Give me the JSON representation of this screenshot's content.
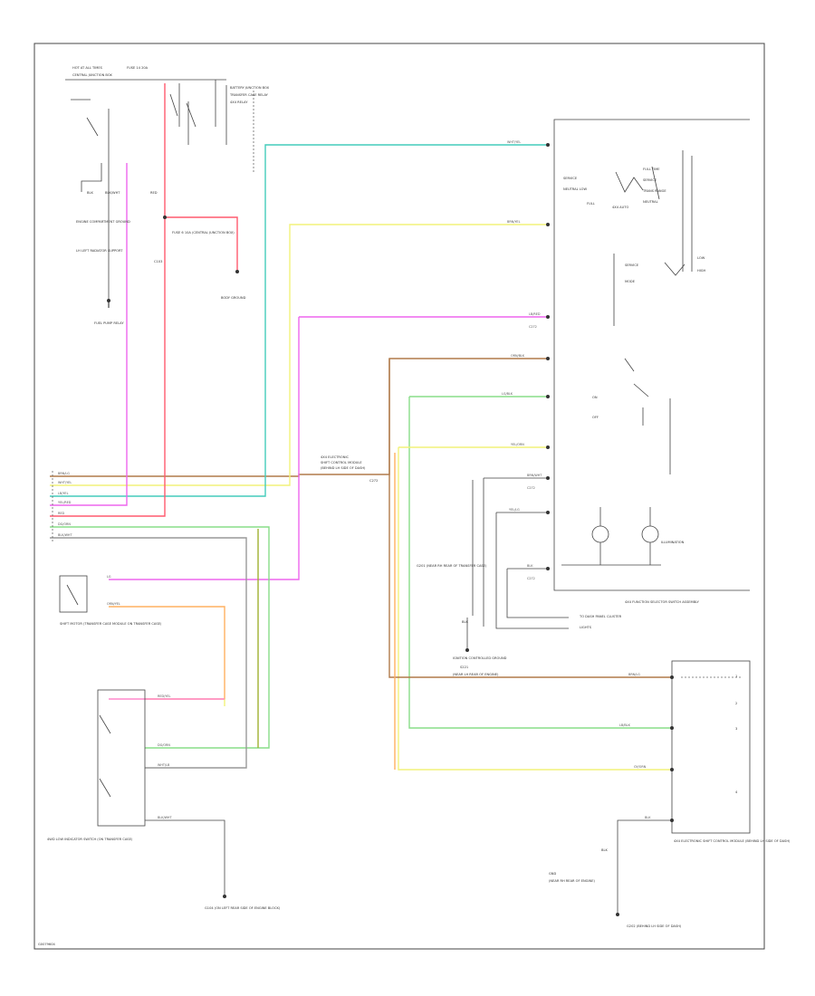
{
  "diagram_id": "G0079604",
  "colors": {
    "red": "#ff5a6e",
    "pink": "#ff88cc",
    "magenta": "#ee66ee",
    "yellow": "#f2f27a",
    "cyan": "#44ccbb",
    "orange": "#ffb060",
    "brown": "#b07a4a",
    "green": "#88dd88",
    "olive": "#a0b030",
    "gray": "#999999",
    "dark": "#555555"
  },
  "left_top": {
    "hot_label": "HOT AT ALL TIMES",
    "fuse_label": "FUSE 14 20A",
    "fuse_box": "CENTRAL JUNCTION BOX",
    "relay_label": "BATTERY JUNCTION BOX",
    "sw1": "TRANSFER CASE RELAY",
    "sw2": "4X4 RELAY",
    "g1": "ENGINE COMPARTMENT GROUND",
    "g2": "LH LEFT RADIATOR SUPPORT",
    "g3": "FUEL PUMP RELAY",
    "fuse2": "FUSE 6 10A (CENTRAL JUNCTION BOX)",
    "ground_mid": "BODY GROUND",
    "blk_a": "BLK",
    "blk_b": "BLK/WHT",
    "red_label": "RED",
    "c_label": "C103"
  },
  "right_top": {
    "wire1": "WHT/YEL",
    "wire2": "BRN/YEL",
    "wire3": "LB/RED",
    "wire3b": "C272",
    "wire4": "ORN/BLK",
    "wire5": "LG/BLK",
    "wire6": "YEL/ORN",
    "wire7": "BRN/WHT",
    "wire7b": "C272",
    "wire8": "YEL/LG",
    "wire9": "BLK",
    "wire9b": "C272",
    "sel1": "SERVICE",
    "sel1b": "NEUTRAL LOW",
    "sel2": "FULL",
    "sel2b": "4X4 AUTO",
    "sel3": "FULL TIME",
    "sel3b": "SERVICE",
    "sel4": "TRANS RANGE",
    "sel4b": "NEUTRAL",
    "sel5": "SERVICE",
    "sel5b": "MODE",
    "sel6": "LOW",
    "sel7": "HIGH",
    "sel8": "ILLUMINATION",
    "sel9": "ON",
    "sel10": "OFF",
    "switch_label": "4X4 FUNCTION SELECTOR SWITCH ASSEMBLY",
    "ground_label": "G201 (NEAR RH REAR OF TRANSFER CASE)",
    "ground_blk": "BLK",
    "ground2": "IGNITION CONTROLLED GROUND",
    "to_label": "TO DASH PANEL CLUSTER",
    "to_label2": "LIGHTS",
    "splice_label": "S221",
    "splice_label2": "(NEAR LH REAR OF ENGINE)"
  },
  "bottom_left": {
    "shift_motor": "SHIFT MOTOR (TRANSFER CASE MODULE ON TRANSFER CASE)",
    "shift_label1": "LG",
    "shift_label2": "ORN/YEL",
    "sensor_label": "4WD LOW INDICATOR SWITCH (ON TRANSFER CASE)",
    "sensor_w1": "RED/YEL",
    "sensor_w2": "DG/ORN",
    "sensor_w3": "WHT/LB",
    "sensor_w4": "BLK/WHT",
    "ground_label": "G104 (ON LEFT REAR SIDE OF ENGINE BLOCK)"
  },
  "bottom_right": {
    "module_label": "4X4 ELECTRONIC SHIFT CONTROL MODULE (BEHIND LH SIDE OF DASH)",
    "pins": [
      "1",
      "2",
      "3",
      "4"
    ],
    "w1": "BRN/LG",
    "w2": "LB/BLK",
    "w3": "GY/ORN",
    "w4": "BLK",
    "gnd1": "BLK",
    "gnd2": "GND",
    "gnd3": "(NEAR RH REAR OF ENGINE)",
    "gnd4": "G202 (BEHIND LH SIDE OF DASH)"
  },
  "harness": {
    "label1": "4X4 ELECTRONIC",
    "label2": "SHIFT CONTROL MODULE",
    "label3": "(BEHIND LH SIDE OF DASH)",
    "label4": "C272",
    "w1": "BRN/LG",
    "w2": "WHT/YEL",
    "w3": "LB/YEL",
    "w4": "YEL/RED",
    "w5": "RED",
    "w6": "DG/ORN",
    "w7": "BLK/WHT"
  },
  "footer_id": "G0079604"
}
